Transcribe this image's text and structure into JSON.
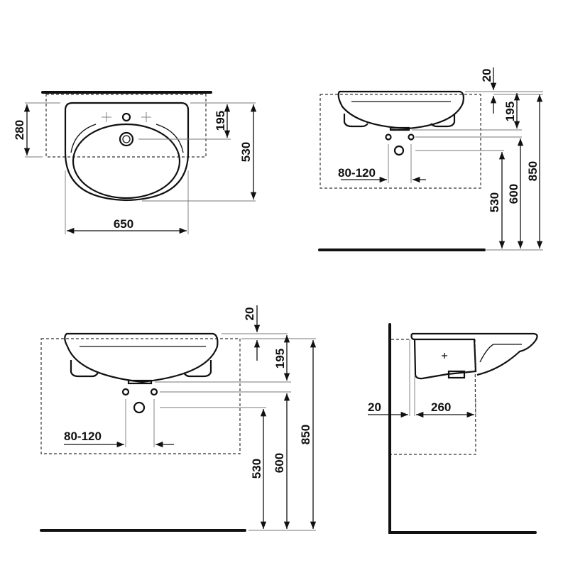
{
  "views": {
    "top": {
      "width_label": "650",
      "depth_label": "530",
      "tap_offset_label": "195",
      "cabinet_label": "280"
    },
    "front_1": {
      "rim_label": "20",
      "drain_label": "195",
      "height_label": "850",
      "supply_label": "600",
      "waste_label": "530",
      "spacing_label": "80-120"
    },
    "front_2": {
      "rim_label": "20",
      "drain_label": "195",
      "height_label": "850",
      "supply_label": "600",
      "waste_label": "530",
      "spacing_label": "80-120"
    },
    "side": {
      "wall_gap_label": "20",
      "depth_label": "260"
    }
  }
}
